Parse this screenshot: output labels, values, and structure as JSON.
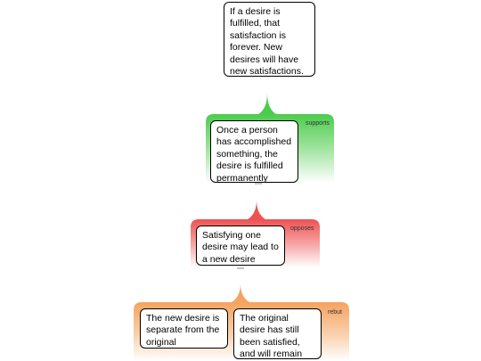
{
  "diagram": {
    "colors": {
      "supports": "#4ccc4c",
      "opposes": "#ee5252",
      "rebut": "#f5a35f"
    },
    "root": {
      "text": "If a desire is fulfilled, that satisfaction is forever. New desires will have new satisfactions."
    },
    "supports": {
      "label": "supports",
      "node": {
        "text": "Once a person has accomplished something, the desire is fulfilled permanently"
      }
    },
    "opposes": {
      "label": "opposes",
      "node": {
        "text": "Satisfying one desire may lead to a new desire"
      }
    },
    "rebut": {
      "label": "rebut",
      "nodes": [
        {
          "text": "The new desire is separate from the original"
        },
        {
          "text": "The original desire has still been satisfied, and will remain satisfied."
        }
      ]
    }
  }
}
